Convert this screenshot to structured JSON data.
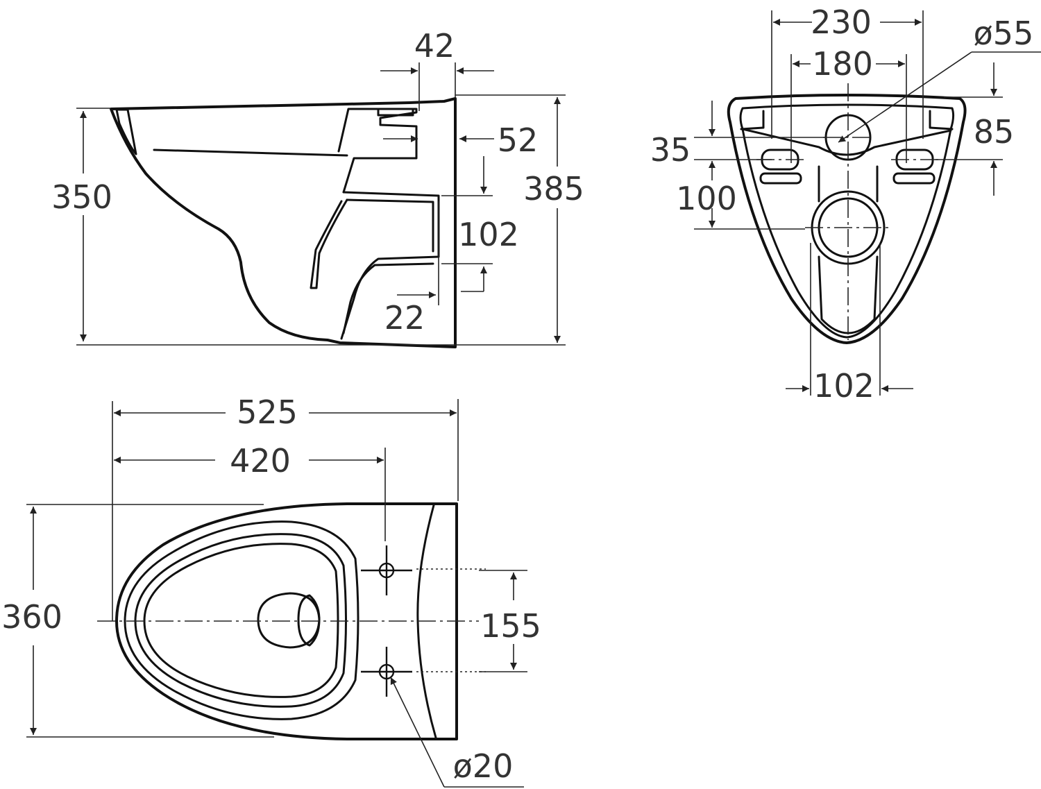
{
  "dimensions": {
    "side_view": {
      "overall_height": "385",
      "rim_height": "350",
      "back_offset_top": "42",
      "back_offset_mid": "52",
      "outlet_spacing": "102",
      "outlet_offset": "22"
    },
    "rear_view": {
      "bolt_outer_width": "230",
      "bolt_inner_width": "180",
      "inlet_diameter": "ø55",
      "inlet_vertical": "85",
      "bolt_vertical": "35",
      "bolt_to_outlet": "100",
      "outlet_width": "102"
    },
    "top_view": {
      "overall_length": "525",
      "length_to_holes": "420",
      "overall_width": "360",
      "hole_spacing": "155",
      "hole_diameter": "ø20"
    }
  },
  "colors": {
    "line": "#111111",
    "dimension_text": "#333333",
    "background": "#ffffff"
  }
}
